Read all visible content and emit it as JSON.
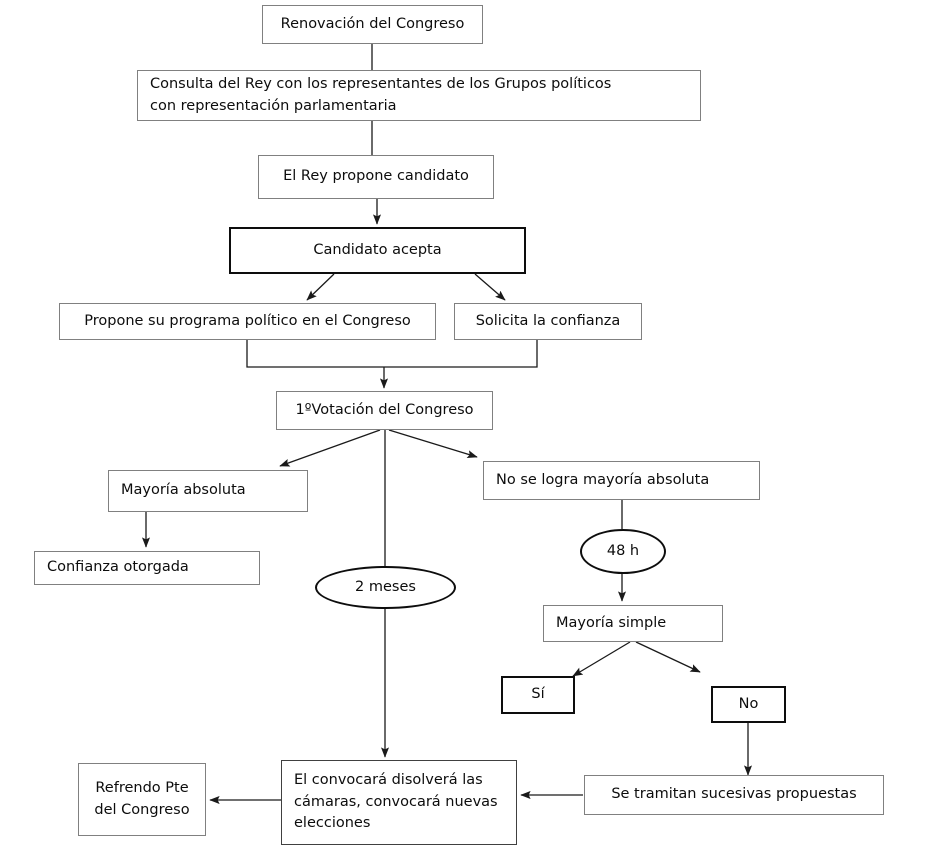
{
  "diagram": {
    "title": "Renovación del Congreso",
    "language": "es",
    "background_color": "#ffffff",
    "line_color": "#1a1a1a",
    "text_color": "#0d0d0d",
    "nodes": [
      {
        "id": "renovacion",
        "label": "Renovación del Congreso",
        "shape": "rectangle",
        "border": "thin",
        "align": "center"
      },
      {
        "id": "consulta",
        "label": "Consulta del Rey con los representantes de los Grupos políticos\ncon representación parlamentaria",
        "shape": "rectangle",
        "border": "thin",
        "align": "left"
      },
      {
        "id": "propone",
        "label": "El Rey propone candidato",
        "shape": "rectangle",
        "border": "thin",
        "align": "center"
      },
      {
        "id": "acepta",
        "label": "Candidato acepta",
        "shape": "rectangle",
        "border": "thick",
        "align": "center"
      },
      {
        "id": "programa",
        "label": "Propone su programa político en el Congreso",
        "shape": "rectangle",
        "border": "thin",
        "align": "center"
      },
      {
        "id": "confianza",
        "label": "Solicita la confianza",
        "shape": "rectangle",
        "border": "thin",
        "align": "center"
      },
      {
        "id": "votacion",
        "label": "1ºVotación del Congreso",
        "shape": "rectangle",
        "border": "thin",
        "align": "center"
      },
      {
        "id": "mayoria-absoluta",
        "label": "Mayoría absoluta",
        "shape": "rectangle",
        "border": "thin",
        "align": "left"
      },
      {
        "id": "no-mayoria",
        "label": "No se logra mayoría absoluta",
        "shape": "rectangle",
        "border": "thin",
        "align": "left"
      },
      {
        "id": "confianza-otorgada",
        "label": "Confianza otorgada",
        "shape": "rectangle",
        "border": "thin",
        "align": "left"
      },
      {
        "id": "dos-meses",
        "label": "2 meses",
        "shape": "ellipse",
        "border": "thick",
        "align": "center"
      },
      {
        "id": "48h",
        "label": "48 h",
        "shape": "ellipse",
        "border": "thick",
        "align": "center"
      },
      {
        "id": "mayoria-simple",
        "label": "Mayoría simple",
        "shape": "rectangle",
        "border": "thin",
        "align": "left"
      },
      {
        "id": "si",
        "label": "Sí",
        "shape": "rectangle",
        "border": "thick",
        "align": "center"
      },
      {
        "id": "no",
        "label": "No",
        "shape": "rectangle",
        "border": "thick",
        "align": "center"
      },
      {
        "id": "tramitan",
        "label": "Se tramitan sucesivas propuestas",
        "shape": "rectangle",
        "border": "thin",
        "align": "center"
      },
      {
        "id": "convocara",
        "label": "El convocará disolverá las\ncámaras, convocará nuevas\nelecciones",
        "shape": "rectangle",
        "border": "med",
        "align": "left"
      },
      {
        "id": "refrendo",
        "label": "Refrendo Pte\ndel Congreso",
        "shape": "rectangle",
        "border": "thin",
        "align": "center"
      }
    ],
    "edges": [
      {
        "from": "renovacion",
        "to": "consulta",
        "arrow": false
      },
      {
        "from": "consulta",
        "to": "propone",
        "arrow": false
      },
      {
        "from": "propone",
        "to": "acepta",
        "arrow": true
      },
      {
        "from": "acepta",
        "to": "programa",
        "arrow": true
      },
      {
        "from": "acepta",
        "to": "confianza",
        "arrow": true
      },
      {
        "from": "programa",
        "to": "votacion",
        "arrow": true
      },
      {
        "from": "confianza",
        "to": "votacion",
        "arrow": true
      },
      {
        "from": "votacion",
        "to": "mayoria-absoluta",
        "arrow": true
      },
      {
        "from": "votacion",
        "to": "no-mayoria",
        "arrow": true
      },
      {
        "from": "votacion",
        "to": "dos-meses",
        "arrow": false
      },
      {
        "from": "mayoria-absoluta",
        "to": "confianza-otorgada",
        "arrow": true
      },
      {
        "from": "no-mayoria",
        "to": "48h",
        "arrow": false
      },
      {
        "from": "48h",
        "to": "mayoria-simple",
        "arrow": true
      },
      {
        "from": "mayoria-simple",
        "to": "si",
        "arrow": true
      },
      {
        "from": "mayoria-simple",
        "to": "no",
        "arrow": true
      },
      {
        "from": "no",
        "to": "tramitan",
        "arrow": true
      },
      {
        "from": "tramitan",
        "to": "convocara",
        "arrow": true
      },
      {
        "from": "dos-meses",
        "to": "convocara",
        "arrow": true
      },
      {
        "from": "convocara",
        "to": "refrendo",
        "arrow": true
      }
    ]
  }
}
